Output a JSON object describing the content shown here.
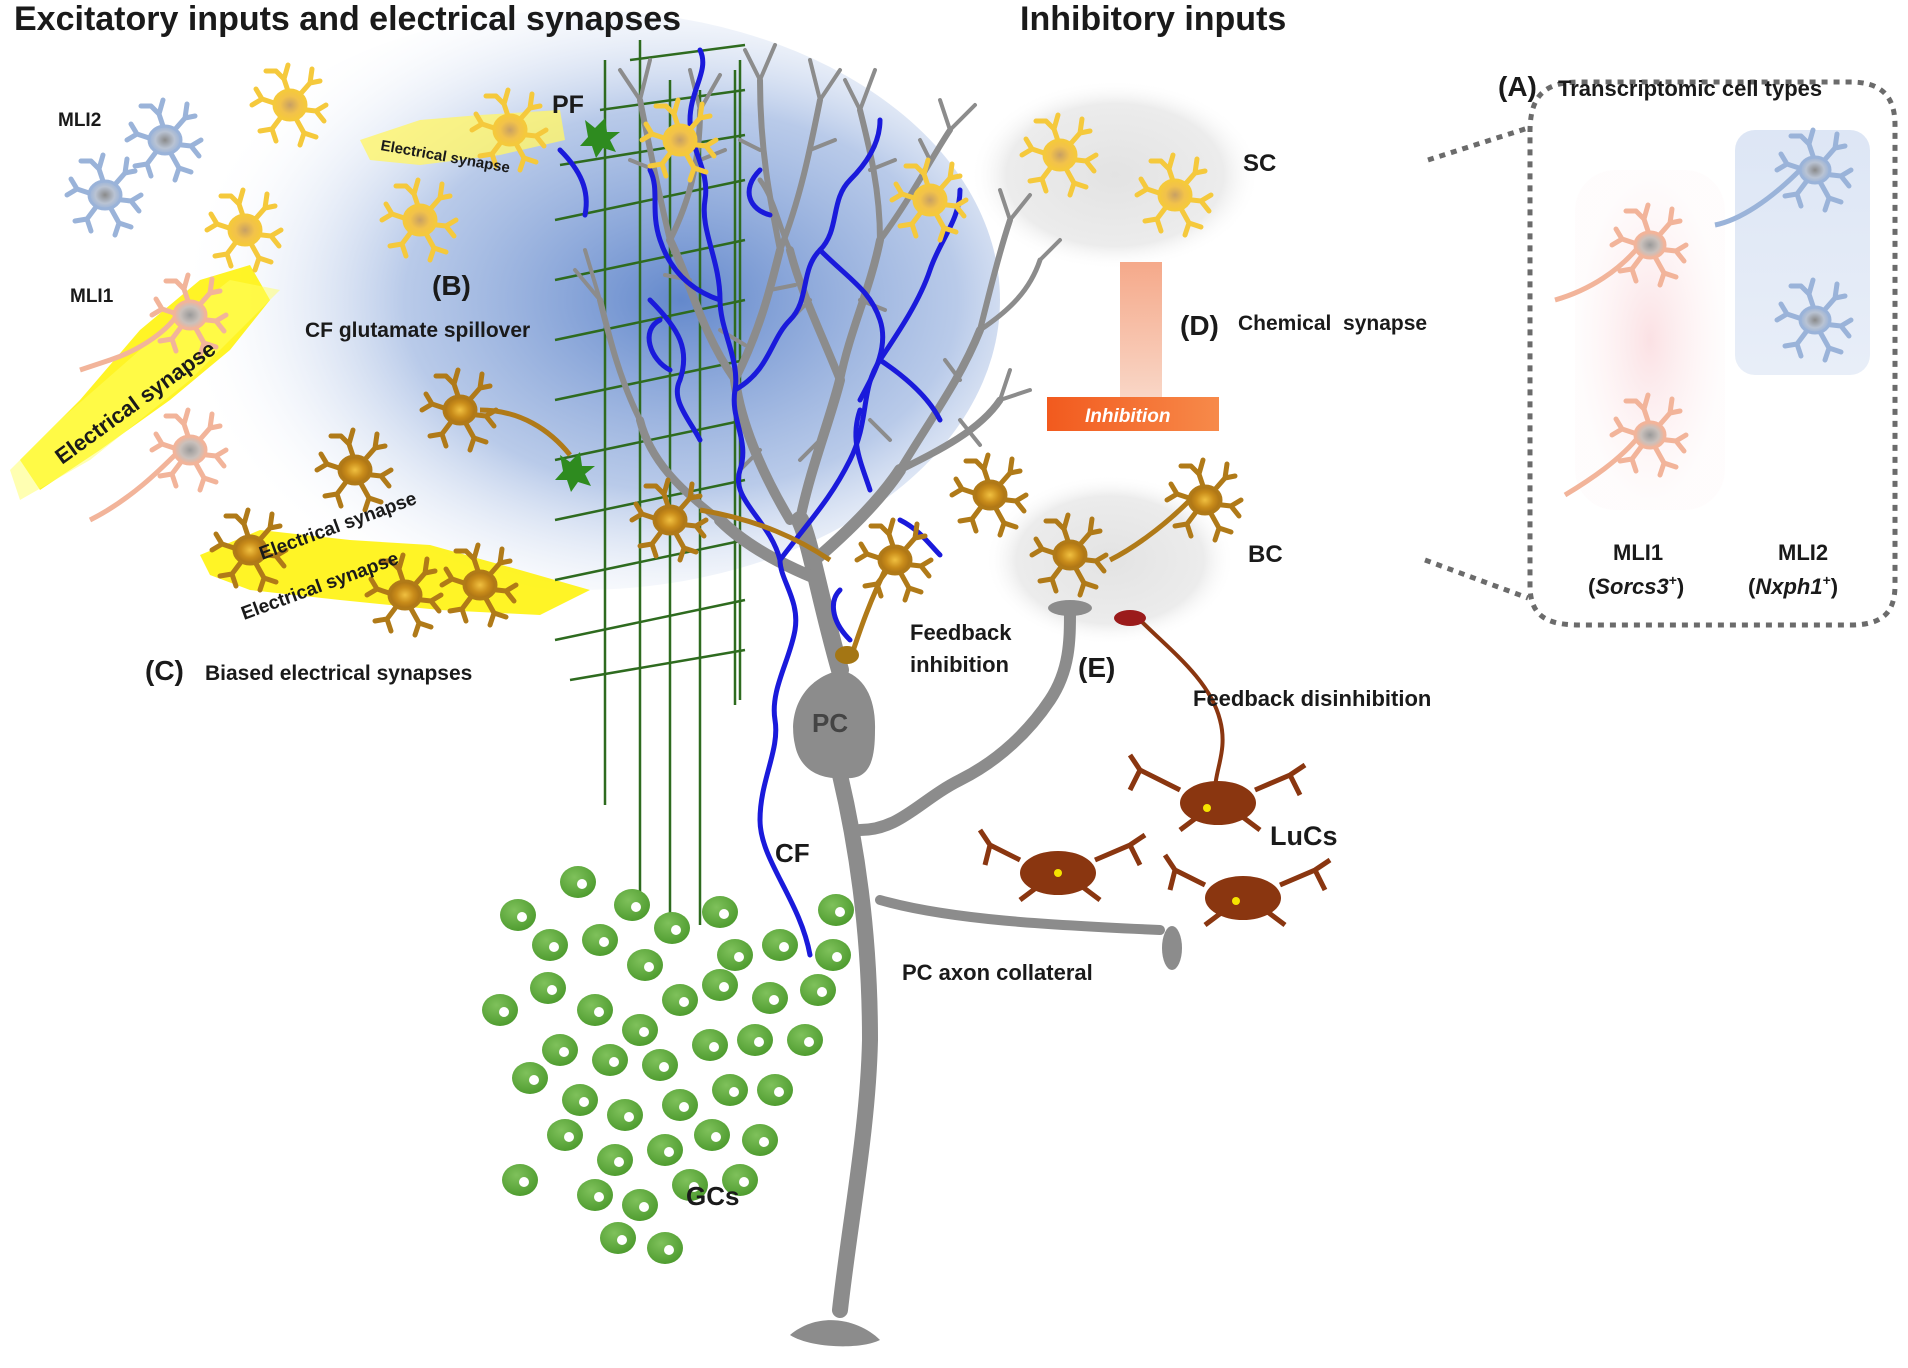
{
  "titles": {
    "left": "Excitatory inputs and electrical synapses",
    "right": "Inhibitory inputs"
  },
  "panels": {
    "a": {
      "marker": "(A)",
      "text": "Transcriptomic cell types"
    },
    "b": {
      "marker": "(B)",
      "text": "CF glutamate spillover"
    },
    "c": {
      "marker": "(C)",
      "text": "Biased electrical synapses"
    },
    "d": {
      "marker": "(D)",
      "text": "Chemical  synapse"
    },
    "e": {
      "marker": "(E)",
      "text": "Feedback disinhibition"
    }
  },
  "labels": {
    "mli2": "MLI2",
    "mli1": "MLI1",
    "pf": "PF",
    "elec1": "Electrical synapse",
    "elec2": "Electrical synapse",
    "elec3": "Electrical synapse",
    "elec4": "Electrical synapse",
    "sc": "SC",
    "bc": "BC",
    "inhibition": "Inhibition",
    "feedback_inhibition_1": "Feedback",
    "feedback_inhibition_2": "inhibition",
    "pc": "PC",
    "cf": "CF",
    "lucs": "LuCs",
    "pc_axon": "PC axon collateral",
    "gcs": "GCs",
    "box_mli1": "MLI1",
    "box_mli1_gene": "Sorcs3",
    "box_mli2": "MLI2",
    "box_mli2_gene": "Nxph1",
    "plus": "+"
  },
  "colors": {
    "sc_cell": "#f5c93c",
    "bc_cell": "#b07a18",
    "mli1": "#f2b49a",
    "mli2": "#9ab3d9",
    "pf_green": "#2e6b1f",
    "gc_green": "#5aa537",
    "cf_blue": "#1a1adb",
    "pc_gray": "#8c8c8c",
    "luc": "#8a3610",
    "inhibition_bar": "#f26a2a"
  }
}
